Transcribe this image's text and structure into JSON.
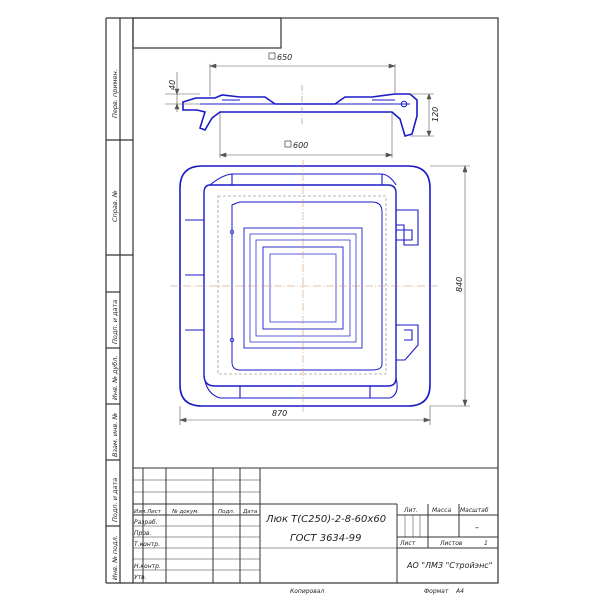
{
  "dimensions": {
    "top_width": "650",
    "top_height": "40",
    "side_height": "120",
    "inner_width": "600",
    "overall_height": "840",
    "overall_width": "870"
  },
  "title_block": {
    "designation": "Люк Т(С250)-2-8-60х60",
    "standard": "ГОСТ 3634-99",
    "headers": [
      "Изм.",
      "Лист",
      "№ докум.",
      "Подп.",
      "Дата"
    ],
    "roles": [
      "Разраб.",
      "Пров.",
      "Т.контр.",
      "Н.контр.",
      "Утв."
    ],
    "col_lit": "Лит.",
    "col_mass": "Масса",
    "col_scale": "Масштаб",
    "scale_value": "–",
    "sheet_label": "Лист",
    "sheets_label": "Листов",
    "sheets_value": "1",
    "organization": "АО \"ЛМЗ \"Стройэнс\"",
    "copied": "Копировал",
    "format_label": "Формат",
    "format_value": "А4"
  },
  "side_labels": {
    "first_use": "Перв. примен.",
    "reference": "Справ. №",
    "sign_date_1": "Подп. и дата",
    "inv_dup": "Инв. № дубл.",
    "replace_inv": "Взам. инв. №",
    "sign_date_2": "Подп. и дата",
    "inv_orig": "Инв. № подл."
  },
  "colors": {
    "outline": "#1a1ac8",
    "frame": "#333333",
    "dim": "#555555"
  }
}
